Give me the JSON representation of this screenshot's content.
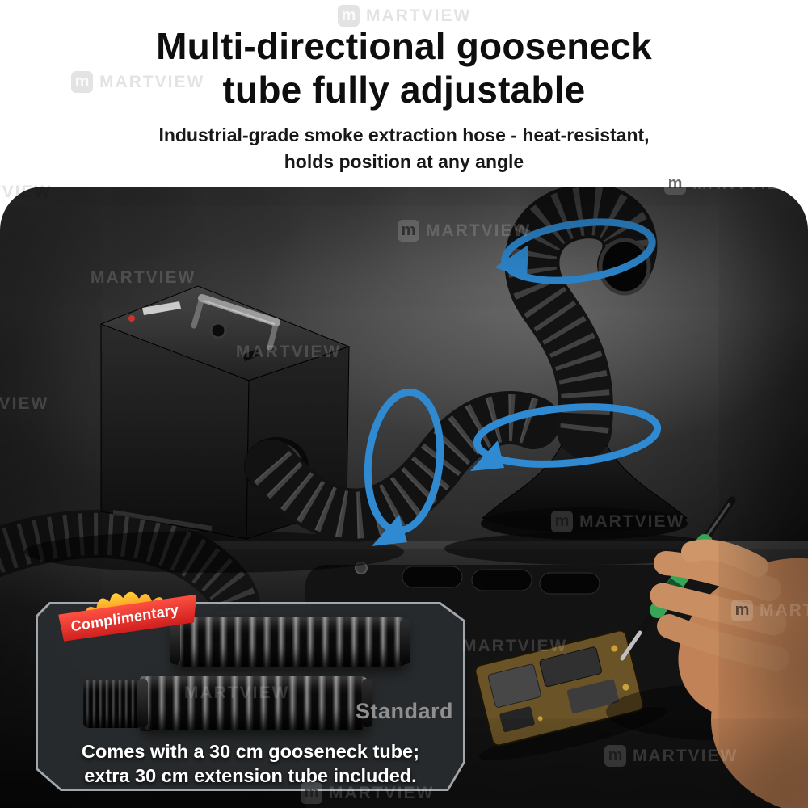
{
  "brand": {
    "name": "MARTVIEW",
    "logo_letter": "m"
  },
  "header": {
    "title_line1": "Multi-directional gooseneck",
    "title_line2": "tube fully adjustable",
    "subtitle_line1": "Industrial-grade smoke extraction hose - heat-resistant,",
    "subtitle_line2": "holds position at any angle"
  },
  "promo_panel": {
    "ribbon_label": "Complimentary",
    "standard_label": "Standard",
    "caption_line1": "Comes with a 30 cm gooseneck tube;",
    "caption_line2": "extra 30 cm extension tube included."
  },
  "scene": {
    "subject": "Smoke extractor machine with multi-directional gooseneck hose and suction funnel on a repair workbench; hand soldering a phone motherboard",
    "rotation_arrow_color": "#2f8ad2",
    "ribbon_red": "#ce1e1e",
    "flame_orange": "#ff9d1f"
  }
}
